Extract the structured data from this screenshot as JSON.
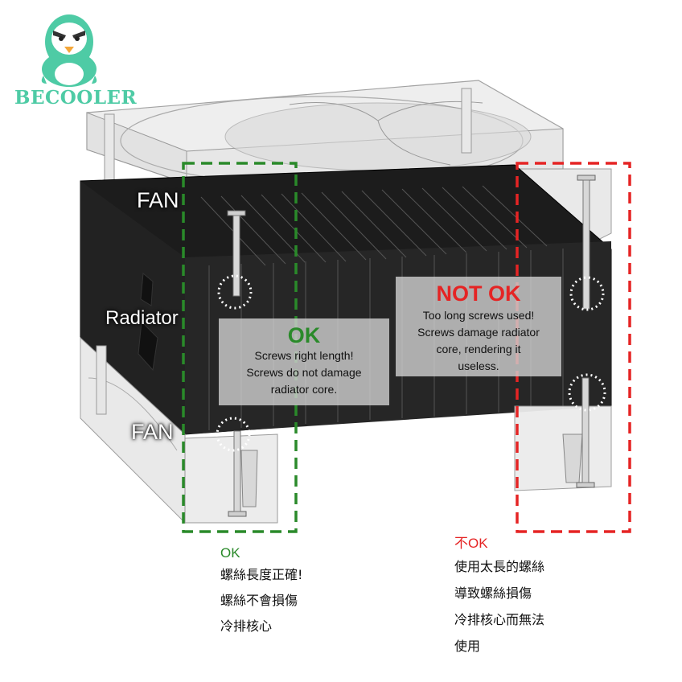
{
  "brand": {
    "name": "BECOOLER",
    "color": "#4ecba5"
  },
  "labels": {
    "fan_top": "FAN",
    "radiator": "Radiator",
    "fan_bottom": "FAN"
  },
  "ok_panel": {
    "title": "OK",
    "lines": [
      "Screws right length!",
      "Screws do not damage",
      "radiator core."
    ]
  },
  "notok_panel": {
    "title": "NOT OK",
    "lines": [
      "Too long screws used!",
      "Screws damage radiator",
      "core, rendering it",
      "useless."
    ]
  },
  "ok_caption": {
    "title": "OK",
    "lines": [
      "螺絲長度正確!",
      "螺絲不會損傷",
      "冷排核心"
    ]
  },
  "notok_caption": {
    "title": "不OK",
    "lines": [
      "使用太長的螺絲",
      "導致螺絲損傷",
      "冷排核心而無法",
      "使用"
    ]
  },
  "colors": {
    "ok": "#2a8a2a",
    "notok": "#e52424",
    "radiator": "#1a1a1a"
  }
}
